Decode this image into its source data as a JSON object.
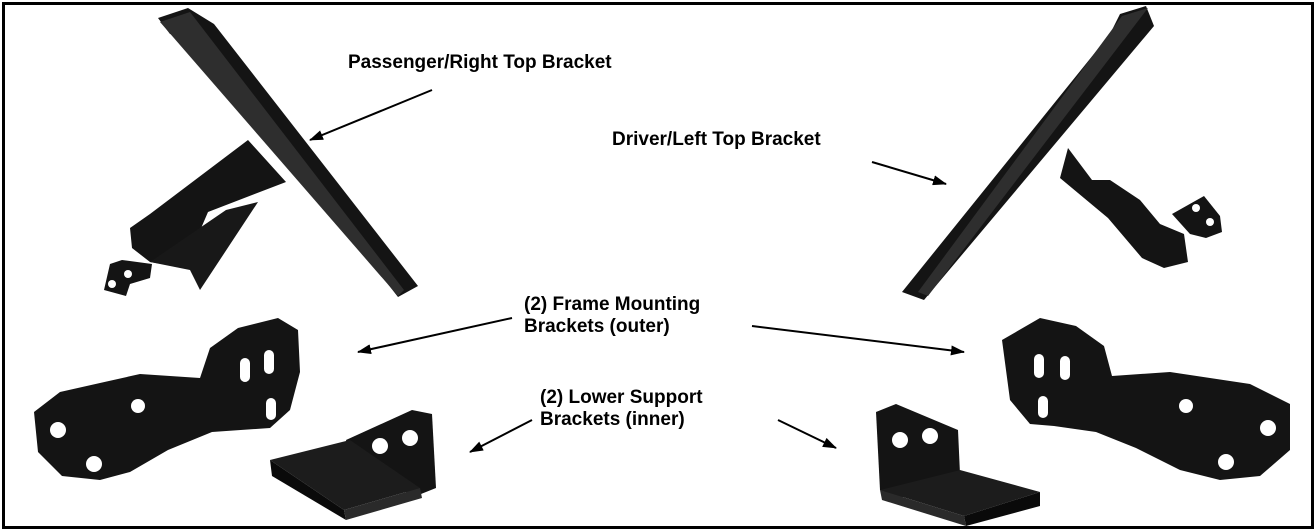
{
  "labels": {
    "passenger_top": "Passenger/Right Top Bracket",
    "driver_top": "Driver/Left Top Bracket",
    "frame_mount_1": "(2) Frame Mounting",
    "frame_mount_2": "Brackets (outer)",
    "lower_support_1": "(2) Lower Support",
    "lower_support_2": "Brackets (inner)"
  },
  "colors": {
    "bracket": "#141414",
    "highlight": "#3a3a3a",
    "border": "#000000",
    "background": "#ffffff"
  }
}
